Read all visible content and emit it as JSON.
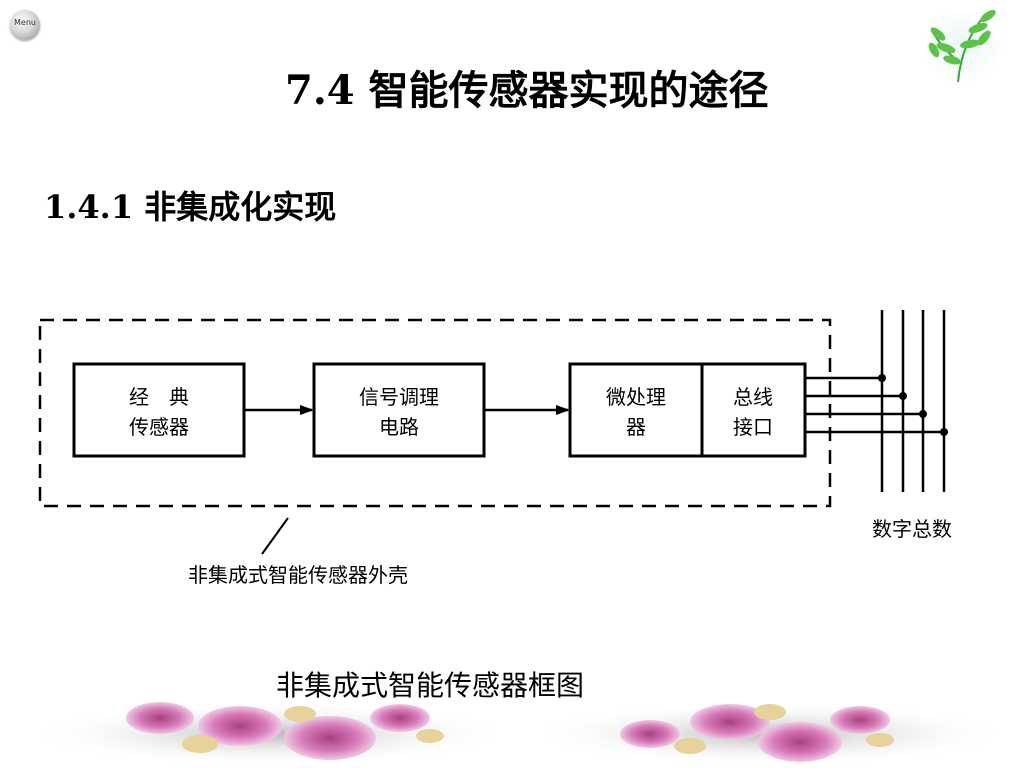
{
  "menu": {
    "label": "Menu",
    "icon": "menu-orb-icon"
  },
  "logo": {
    "icon": "green-leaf-sprig-icon"
  },
  "title": "7.4 智能传感器实现的途径",
  "section": {
    "number": "1.4.1",
    "text": "非集成化实现"
  },
  "diagram": {
    "blocks": [
      {
        "line1": "经　典",
        "line2": "传感器"
      },
      {
        "line1": "信号调理",
        "line2": "电路"
      },
      {
        "line1": "微处理",
        "line2": "器"
      },
      {
        "line1": "总线",
        "line2": "接口"
      }
    ],
    "housing_label": "非集成式智能传感器外壳",
    "bus_label": "数字总数"
  },
  "caption": "非集成式智能传感器框图",
  "colors": {
    "leaf_green": "#4fb84a",
    "flower_pink": "#d070b0"
  }
}
